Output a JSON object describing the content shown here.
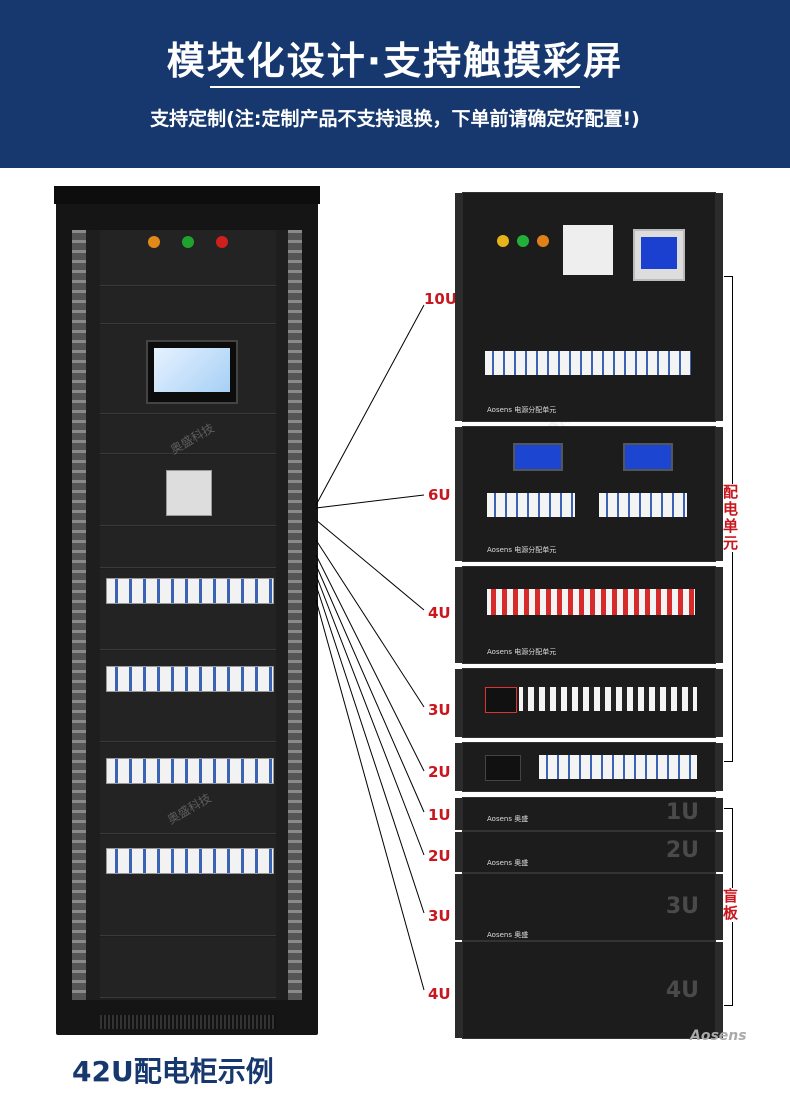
{
  "header": {
    "title": "模块化设计·支持触摸彩屏",
    "subtitle": "支持定制(注:定制产品不支持退换，下单前请确定好配置!)"
  },
  "cabinet": {
    "caption": "42U配电柜示例"
  },
  "units": {
    "u10": "10U",
    "u6": "6U",
    "u4": "4U",
    "u3": "3U",
    "u2": "2U",
    "u1": "1U",
    "b2": "2U",
    "b3": "3U",
    "b4": "4U"
  },
  "blank_panels": {
    "p1": "1U",
    "p2": "2U",
    "p3": "3U",
    "p4": "4U"
  },
  "groups": {
    "power_unit": "配电单元",
    "blank": "盲板"
  },
  "brand": {
    "name": "Aosens",
    "unit_text": "Aosens 电源分配单元",
    "blank_text": "Aosens 奥盛",
    "watermark": "奥盛科技"
  },
  "colors": {
    "header_bg": "#16386e",
    "label_red": "#c8171e",
    "caption_blue": "#16386e"
  }
}
